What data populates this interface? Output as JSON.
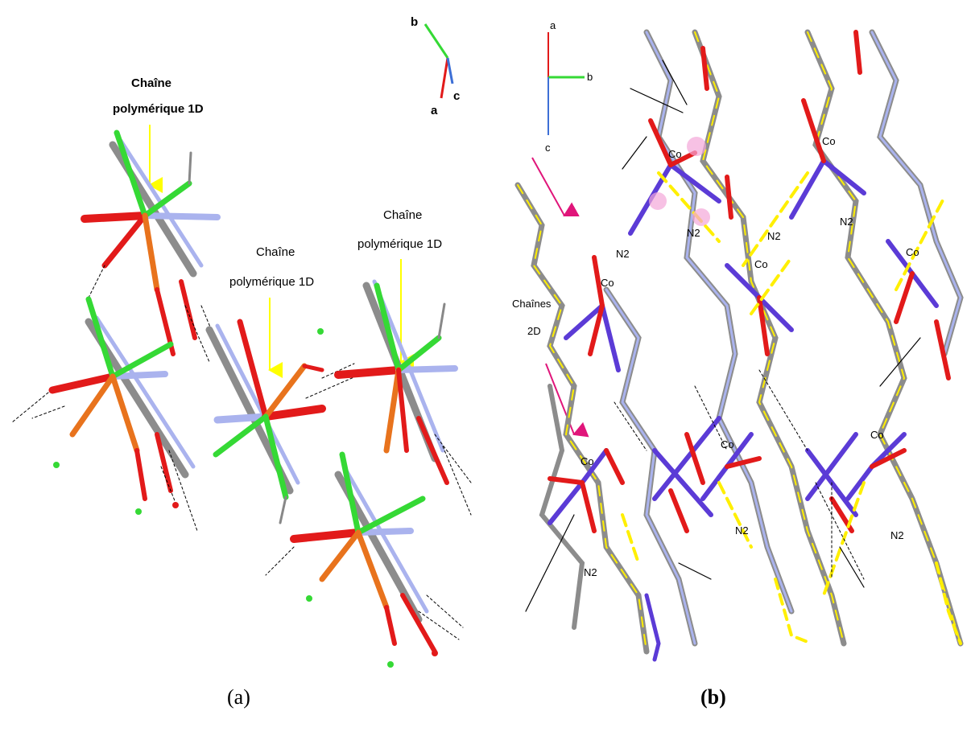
{
  "panel_a": {
    "axes": {
      "a": "a",
      "b": "b",
      "c": "c"
    },
    "labels": [
      {
        "line1": "Chaîne",
        "line2": "polymérique 1D"
      },
      {
        "line1": "Chaîne",
        "line2": "polymérique 1D"
      },
      {
        "line1": "Chaîne",
        "line2": "polymérique 1D"
      }
    ],
    "caption": "(a)"
  },
  "panel_b": {
    "axes": {
      "a": "a",
      "b": "b",
      "c": "c"
    },
    "chain_label": {
      "line1": "Chaînes",
      "line2": "2D"
    },
    "atom_co": "Co",
    "atom_n2": "N2",
    "caption": "(b)"
  },
  "colors": {
    "oxygen": "#e21a1a",
    "cobalt_a": "#e8731d",
    "chlorine": "#35d935",
    "nitrogen": "#aab3ee",
    "carbon": "#8c8c8c",
    "cobalt_b": "#5b3bd6",
    "bond_yellow": "#ffef00",
    "arrow_label": "#ffff00",
    "arrow_pink": "#e0157a"
  }
}
